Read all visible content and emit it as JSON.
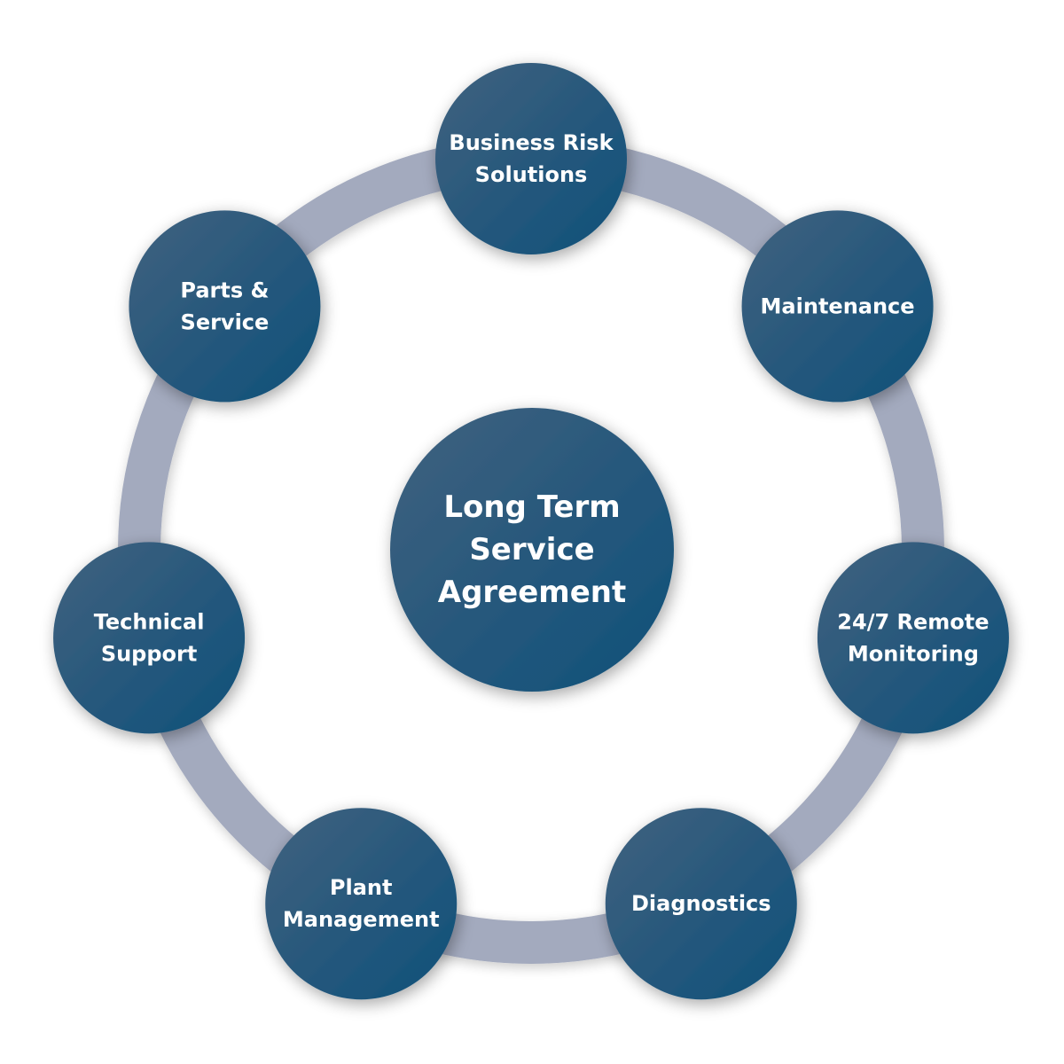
{
  "diagram": {
    "type": "hub-and-ring",
    "colors": {
      "ring": "#a3aabe",
      "node_gradient_start": "#41617f",
      "node_gradient_end": "#0e5079",
      "text": "#ffffff",
      "background": "#ffffff"
    },
    "center": {
      "label_lines": [
        "Long Term",
        "Service",
        "Agreement"
      ]
    },
    "nodes": [
      {
        "id": "business-risk-solutions",
        "label_lines": [
          "Business Risk",
          "Solutions"
        ]
      },
      {
        "id": "maintenance",
        "label_lines": [
          "Maintenance"
        ]
      },
      {
        "id": "remote-monitoring",
        "label_lines": [
          "24/7 Remote",
          "Monitoring"
        ]
      },
      {
        "id": "diagnostics",
        "label_lines": [
          "Diagnostics"
        ]
      },
      {
        "id": "plant-management",
        "label_lines": [
          "Plant",
          "Management"
        ]
      },
      {
        "id": "technical-support",
        "label_lines": [
          "Technical",
          "Support"
        ]
      },
      {
        "id": "parts-and-service",
        "label_lines": [
          "Parts &",
          "Service"
        ]
      }
    ]
  }
}
